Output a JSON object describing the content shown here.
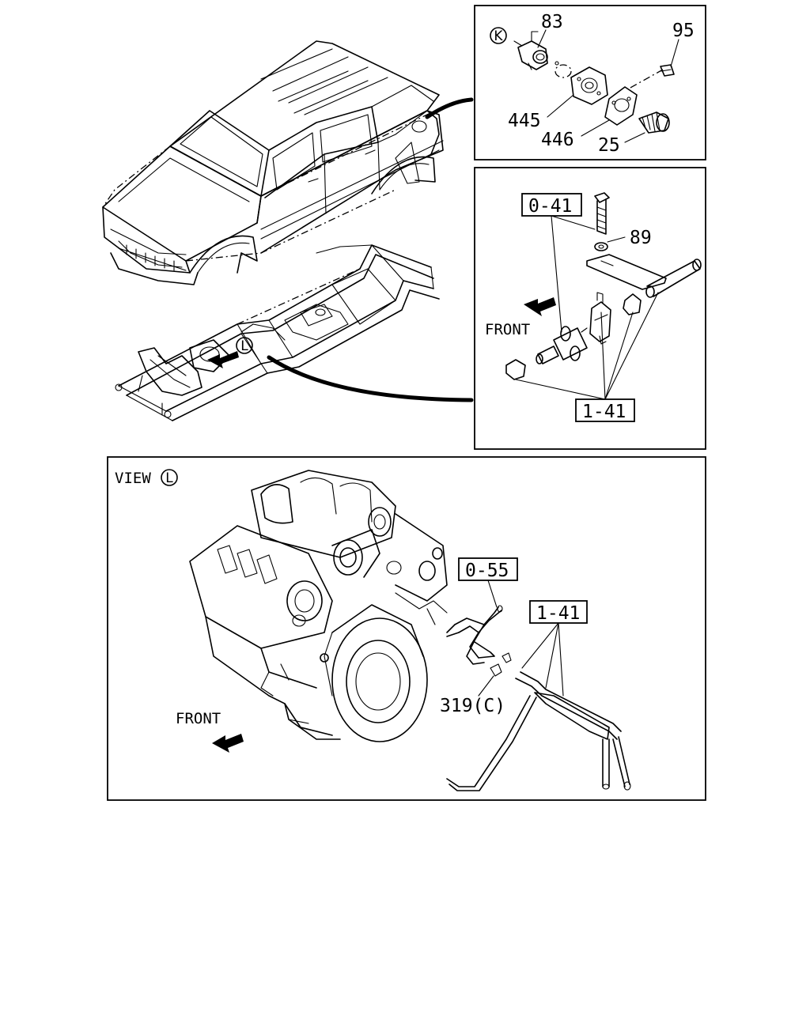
{
  "detail_k": {
    "callout": "K",
    "labels": {
      "p83": "83",
      "p95": "95",
      "p445": "445",
      "p446": "446",
      "p25": "25"
    }
  },
  "detail_front": {
    "ref_top": "0-41",
    "label_89": "89",
    "front_text": "FRONT",
    "ref_bottom": "1-41"
  },
  "vehicle": {
    "callout": "L"
  },
  "view_l": {
    "title": "VIEW",
    "callout": "L",
    "ref_055": "0-55",
    "ref_141": "1-41",
    "label_319": "319(C)",
    "front_text": "FRONT"
  }
}
